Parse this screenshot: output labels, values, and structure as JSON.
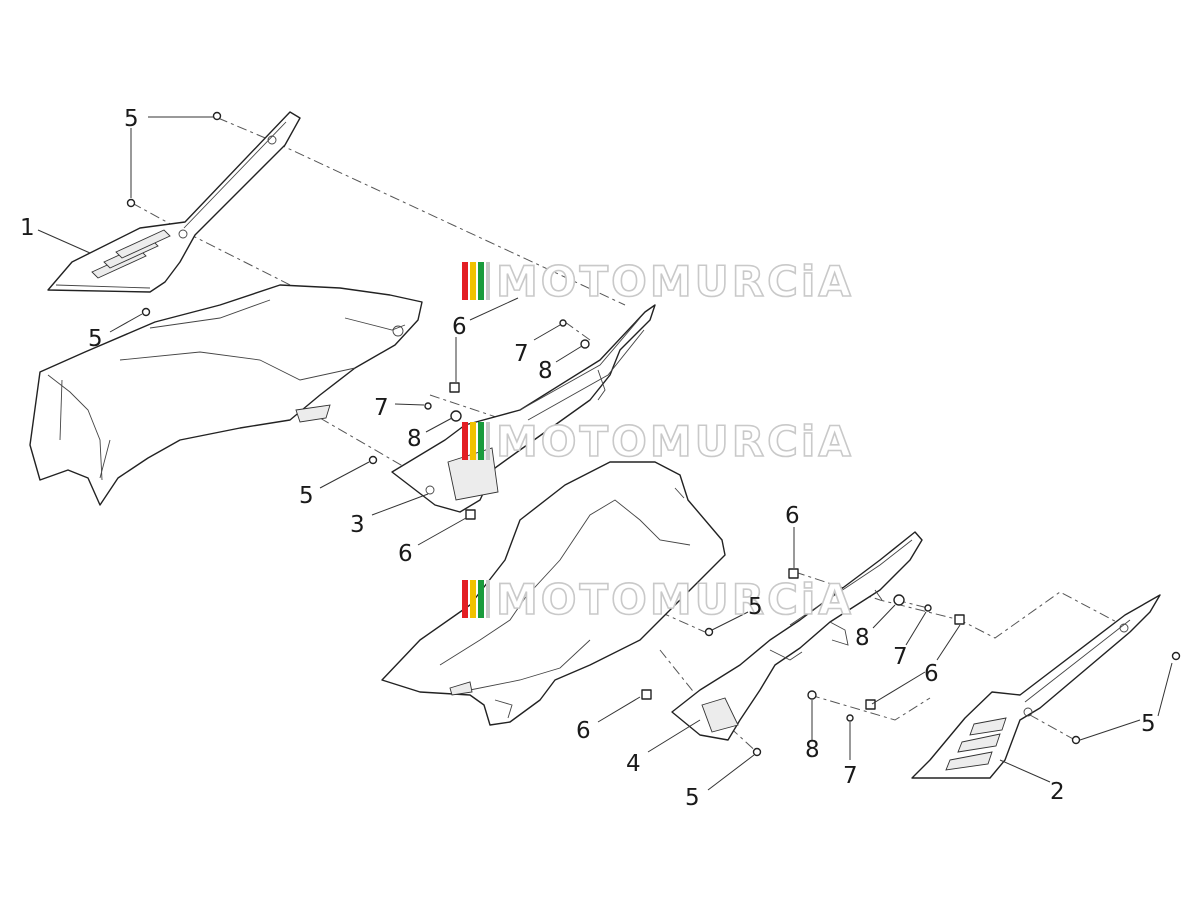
{
  "watermark": {
    "text": "MOTOMURCiA",
    "stripe_colors": [
      "#e31e24",
      "#f2c200",
      "#1a9b3c",
      "#c8c8c8"
    ]
  },
  "callouts": [
    {
      "id": "c-1",
      "text": "1"
    },
    {
      "id": "c-5a",
      "text": "5"
    },
    {
      "id": "c-5b",
      "text": "5"
    },
    {
      "id": "c-6a",
      "text": "6"
    },
    {
      "id": "c-7a",
      "text": "7"
    },
    {
      "id": "c-8a",
      "text": "8"
    },
    {
      "id": "c-7b",
      "text": "7"
    },
    {
      "id": "c-8b",
      "text": "8"
    },
    {
      "id": "c-5c",
      "text": "5"
    },
    {
      "id": "c-3",
      "text": "3"
    },
    {
      "id": "c-6b",
      "text": "6"
    },
    {
      "id": "c-6c",
      "text": "6"
    },
    {
      "id": "c-5d",
      "text": "5"
    },
    {
      "id": "c-8c",
      "text": "8"
    },
    {
      "id": "c-7c",
      "text": "7"
    },
    {
      "id": "c-6d",
      "text": "6"
    },
    {
      "id": "c-6e",
      "text": "6"
    },
    {
      "id": "c-4",
      "text": "4"
    },
    {
      "id": "c-5e",
      "text": "5"
    },
    {
      "id": "c-8d",
      "text": "8"
    },
    {
      "id": "c-7d",
      "text": "7"
    },
    {
      "id": "c-5f",
      "text": "5"
    },
    {
      "id": "c-2",
      "text": "2"
    }
  ]
}
